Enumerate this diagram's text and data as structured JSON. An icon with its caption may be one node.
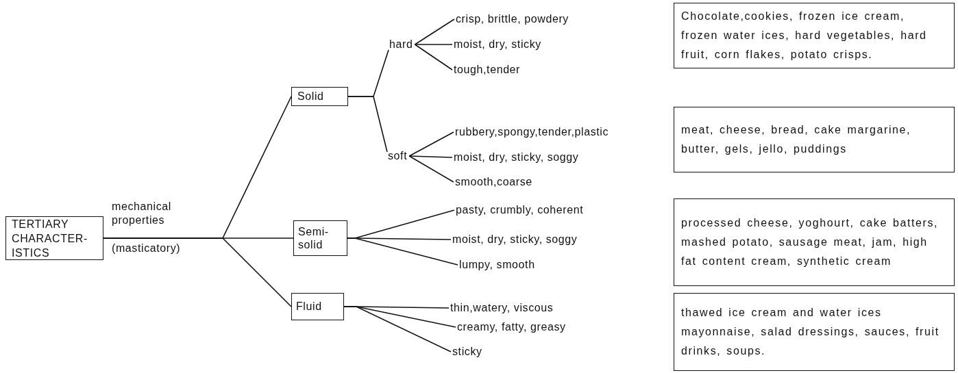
{
  "diagram": {
    "nodes": [
      {
        "text": [
          "TERTIARY CHARACTER- ISTICS"
        ]
      },
      {
        "text": [
          "Solid"
        ]
      },
      {
        "text": [
          "hard"
        ]
      },
      {
        "text": [
          "soft"
        ]
      },
      {
        "text": [
          "crisp, brittle, powdery"
        ]
      },
      {
        "text": [
          "moist, dry, sticky"
        ]
      },
      {
        "text": [
          "tough,tender"
        ]
      },
      {
        "text": [
          "rubbery,spongy,tender,plastic"
        ]
      },
      {
        "text": [
          "moist, dry, sticky, soggy"
        ]
      },
      {
        "text": [
          "smooth,coarse"
        ]
      },
      {
        "text": [
          "Semi- solid"
        ]
      },
      {
        "text": [
          "pasty, crumbly, coherent"
        ]
      },
      {
        "text": [
          "moist, dry, sticky, soggy"
        ]
      },
      {
        "text": [
          "lumpy, smooth"
        ]
      },
      {
        "text": [
          "Fluid"
        ]
      },
      {
        "text": [
          "thin,watery, viscous"
        ]
      },
      {
        "text": [
          "creamy, fatty, greasy"
        ]
      },
      {
        "text": [
          "sticky"
        ]
      },
      {
        "text": [
          "Chocolate,cookies, frozen ice cream, frozen water ices, hard vegetables, hard fruit, corn flakes, potato crisps."
        ]
      },
      {
        "text": [
          "meat, cheese, bread, cake margarine, butter, gels, jello, puddings"
        ]
      },
      {
        "text": [
          "processed cheese, yoghourt, cake batters, mashed potato, sausage meat, jam, high fat content cream, synthetic cream"
        ]
      },
      {
        "text": [
          "thawed ice cream and water ices mayonnaise, salad dressings, sauces, fruit drinks, soups."
        ]
      }
    ],
    "edges": [
      {
        "from": 0,
        "to": 1,
        "arrow": "none"
      },
      {
        "from": 0,
        "to": 10,
        "arrow": "none"
      },
      {
        "from": 0,
        "to": 14,
        "arrow": "none"
      },
      {
        "from": 1,
        "to": 2,
        "arrow": "none"
      },
      {
        "from": 1,
        "to": 3,
        "arrow": "none"
      },
      {
        "from": 2,
        "to": 4,
        "arrow": "none"
      },
      {
        "from": 2,
        "to": 5,
        "arrow": "none"
      },
      {
        "from": 2,
        "to": 6,
        "arrow": "none"
      },
      {
        "from": 3,
        "to": 7,
        "arrow": "none"
      },
      {
        "from": 3,
        "to": 8,
        "arrow": "none"
      },
      {
        "from": 3,
        "to": 9,
        "arrow": "none"
      },
      {
        "from": 10,
        "to": 11,
        "arrow": "none"
      },
      {
        "from": 10,
        "to": 12,
        "arrow": "none"
      },
      {
        "from": 10,
        "to": 13,
        "arrow": "none"
      },
      {
        "from": 14,
        "to": 15,
        "arrow": "none"
      },
      {
        "from": 14,
        "to": 16,
        "arrow": "none"
      },
      {
        "from": 14,
        "to": 17,
        "arrow": "none"
      }
    ],
    "labels": [
      "mechanical properties",
      "(masticatory)"
    ]
  }
}
